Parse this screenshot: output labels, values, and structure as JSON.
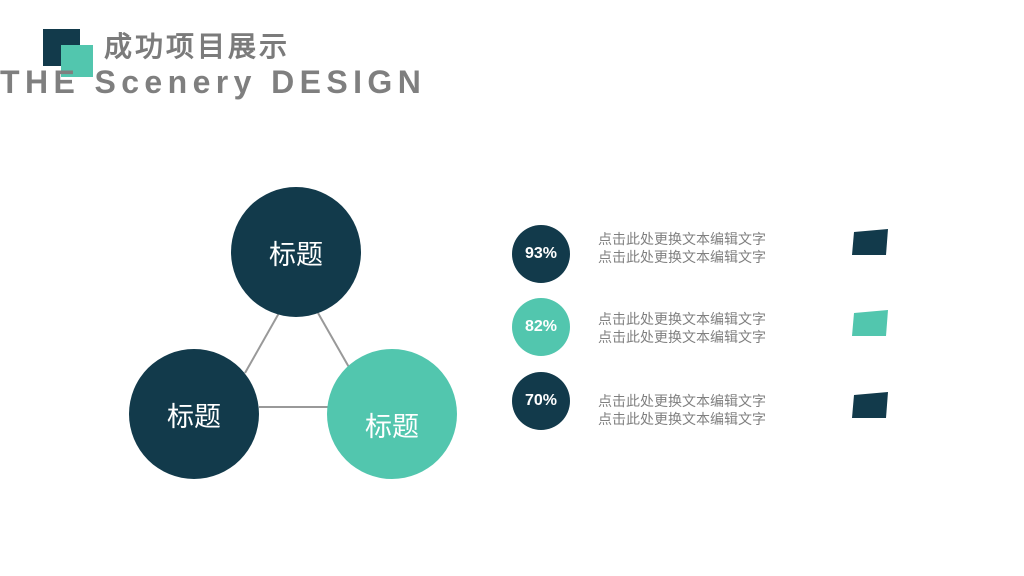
{
  "header": {
    "title_cn": "成功项目展示",
    "title_en": "THE Scenery DESIGN"
  },
  "colors": {
    "dark": "#123a4b",
    "teal": "#52c6ae",
    "text_gray": "#808080",
    "line_gray": "#999999"
  },
  "diagram": {
    "nodes": [
      {
        "label": "标题",
        "color": "dark"
      },
      {
        "label": "标题",
        "color": "dark"
      },
      {
        "label": "标题",
        "color": "teal"
      }
    ]
  },
  "stats": [
    {
      "percent": "93%",
      "color": "dark",
      "line1": "点击此处更换文本编辑文字",
      "line2": "点击此处更换文本编辑文字"
    },
    {
      "percent": "82%",
      "color": "teal",
      "line1": "点击此处更换文本编辑文字",
      "line2": "点击此处更换文本编辑文字"
    },
    {
      "percent": "70%",
      "color": "dark",
      "line1": "点击此处更换文本编辑文字",
      "line2": "点击此处更换文本编辑文字"
    }
  ]
}
